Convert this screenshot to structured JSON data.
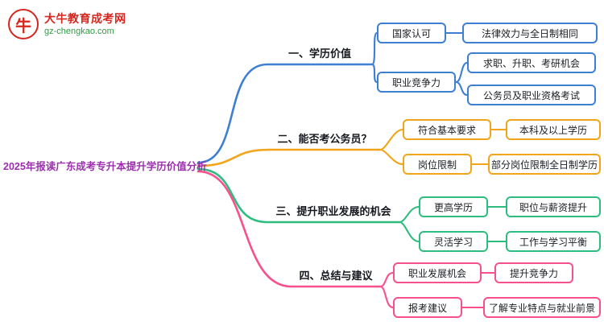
{
  "logo": {
    "site_name": "大牛教育成考网",
    "site_url": "gz-chengkao.com",
    "icon_char": "牛"
  },
  "central_topic": "2025年报读广东成考专升本提升学历价值分析",
  "colors": {
    "central_topic": "#9b2fae",
    "logo_red": "#d7261e",
    "logo_green": "#2f9e44"
  },
  "branches": [
    {
      "label": "一、学历价值",
      "color": "#3e7fd4",
      "children": [
        {
          "label": "国家认可",
          "children": [
            {
              "label": "法律效力与全日制相同"
            }
          ]
        },
        {
          "label": "职业竞争力",
          "children": [
            {
              "label": "求职、升职、考研机会"
            },
            {
              "label": "公务员及职业资格考试"
            }
          ]
        }
      ]
    },
    {
      "label": "二、能否考公务员？",
      "color": "#f2a51a",
      "children": [
        {
          "label": "符合基本要求",
          "children": [
            {
              "label": "本科及以上学历"
            }
          ]
        },
        {
          "label": "岗位限制",
          "children": [
            {
              "label": "部分岗位限制全日制学历"
            }
          ]
        }
      ]
    },
    {
      "label": "三、提升职业发展的机会",
      "color": "#2ebd7f",
      "children": [
        {
          "label": "更高学历",
          "children": [
            {
              "label": "职位与薪资提升"
            }
          ]
        },
        {
          "label": "灵活学习",
          "children": [
            {
              "label": "工作与学习平衡"
            }
          ]
        }
      ]
    },
    {
      "label": "四、总结与建议",
      "color": "#f7508c",
      "children": [
        {
          "label": "职业发展机会",
          "children": [
            {
              "label": "提升竞争力"
            }
          ]
        },
        {
          "label": "报考建议",
          "children": [
            {
              "label": "了解专业特点与就业前景"
            }
          ]
        }
      ]
    }
  ]
}
